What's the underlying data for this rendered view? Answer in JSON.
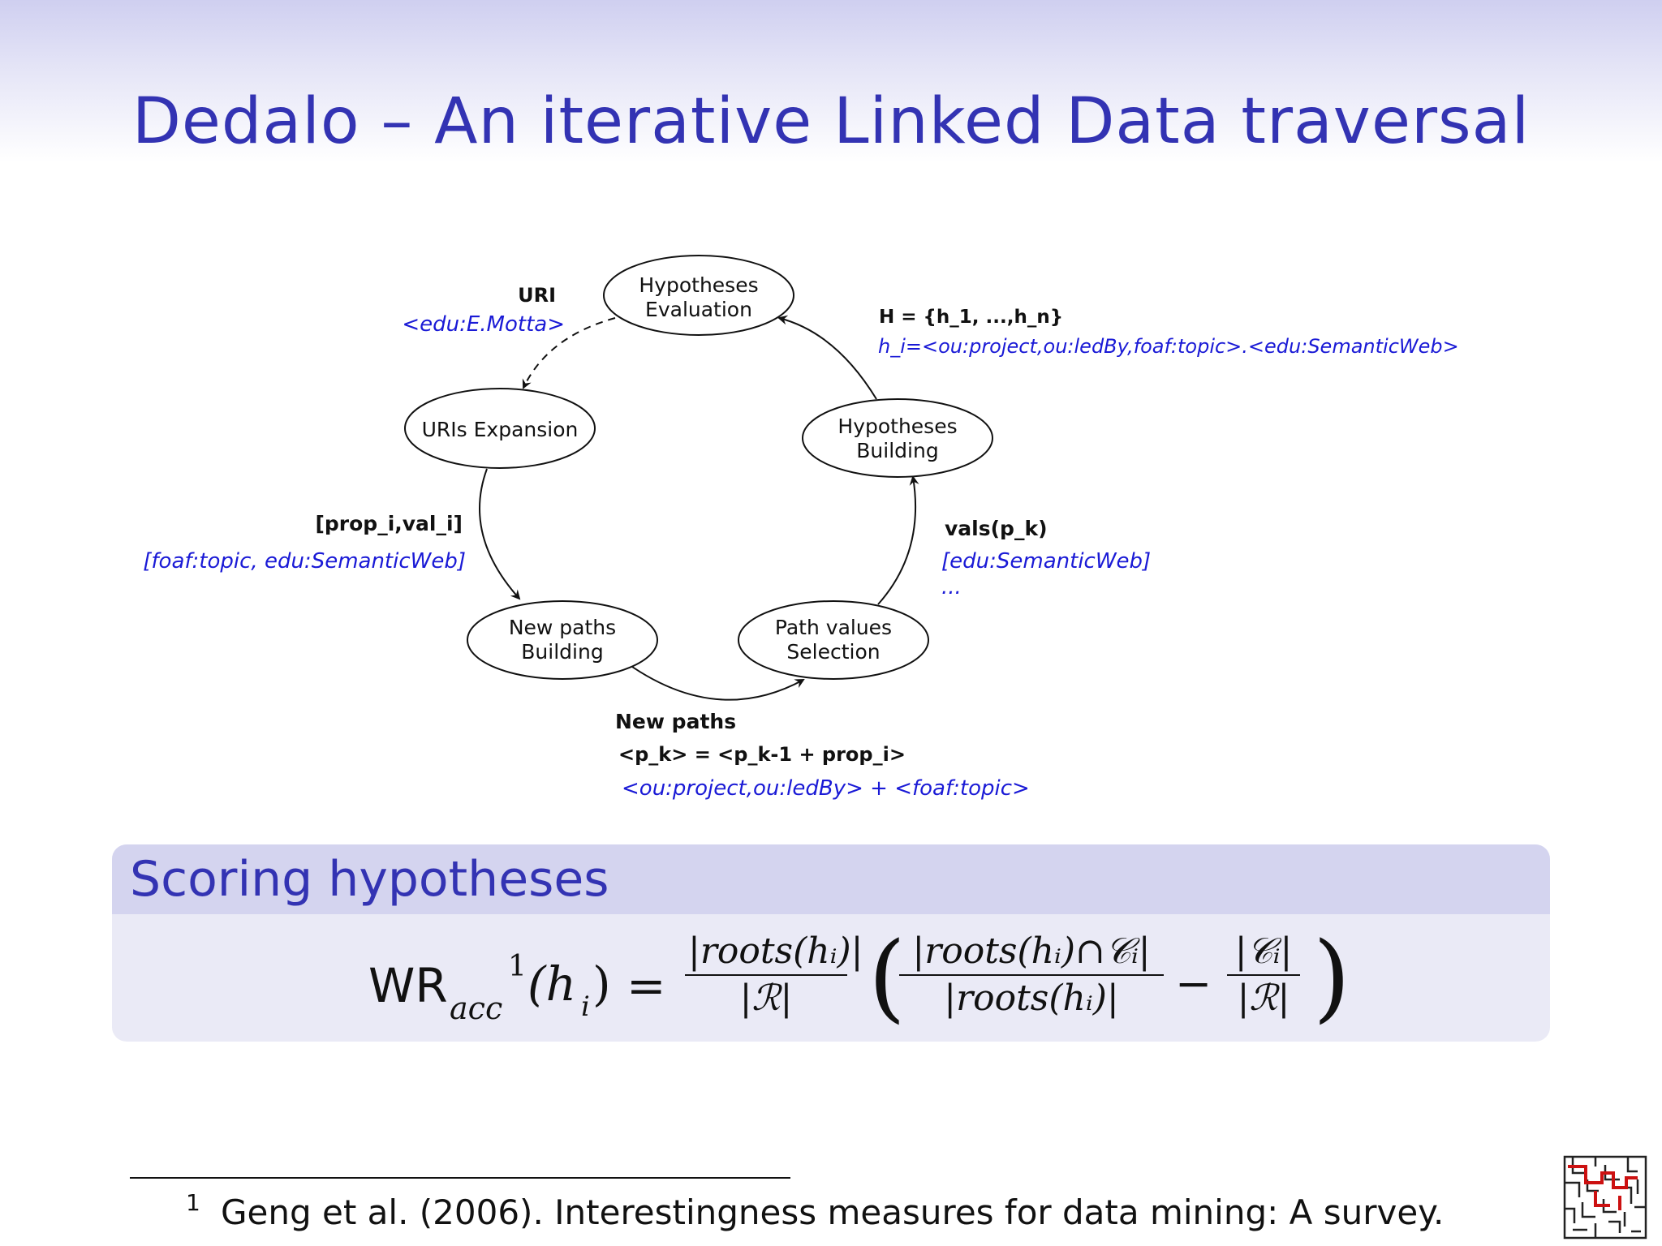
{
  "title": "Dedalo – An iterative Linked Data traversal",
  "diagram": {
    "nodes": {
      "hyp_eval": [
        "Hypotheses",
        "Evaluation"
      ],
      "uris_exp": [
        "URIs Expansion"
      ],
      "hyp_build": [
        "Hypotheses",
        "Building"
      ],
      "new_paths": [
        "New paths",
        "Building"
      ],
      "path_values": [
        "Path values",
        "Selection"
      ]
    },
    "annotations": {
      "uri_label": "URI",
      "uri_value": "<edu:E.Motta>",
      "h_set": "H = {h_1, ...,h_n}",
      "h_i": "h_i=<ou:project,ou:ledBy,foaf:topic>.<edu:SemanticWeb>",
      "prop_label": "[prop_i,val_i]",
      "prop_value": "[foaf:topic, edu:SemanticWeb]",
      "vals_label": "vals(p_k)",
      "vals_value": "[edu:SemanticWeb]",
      "vals_more": "...",
      "new_paths_label": "New paths",
      "pk_rule": "<p_k> = <p_k-1 + prop_i>",
      "pk_example": "<ou:project,ou:ledBy> + <foaf:topic>"
    }
  },
  "block": {
    "title": "Scoring hypotheses",
    "formula": {
      "lhs_main": "WR",
      "lhs_sub": "acc",
      "lhs_sup": "1",
      "lhs_arg": "(h",
      "lhs_arg_sub": "i",
      "lhs_close": ")",
      "equals": "=",
      "f1_num": "|roots(hᵢ)|",
      "f1_den": "|ℛ|",
      "f2_num": "|roots(hᵢ)∩𝒞ᵢ|",
      "f2_den": "|roots(hᵢ)|",
      "minus": "−",
      "f3_num": "|𝒞ᵢ|",
      "f3_den": "|ℛ|",
      "open_paren": "(",
      "close_paren": ")"
    }
  },
  "footnote": {
    "mark": "1",
    "text": "Geng et al. (2006). Interestingness measures for data mining: A survey."
  },
  "colors": {
    "title": "#3333b3",
    "link": "#1a1ad6",
    "text": "#111111"
  },
  "logo": {
    "name": "maze-logo"
  }
}
